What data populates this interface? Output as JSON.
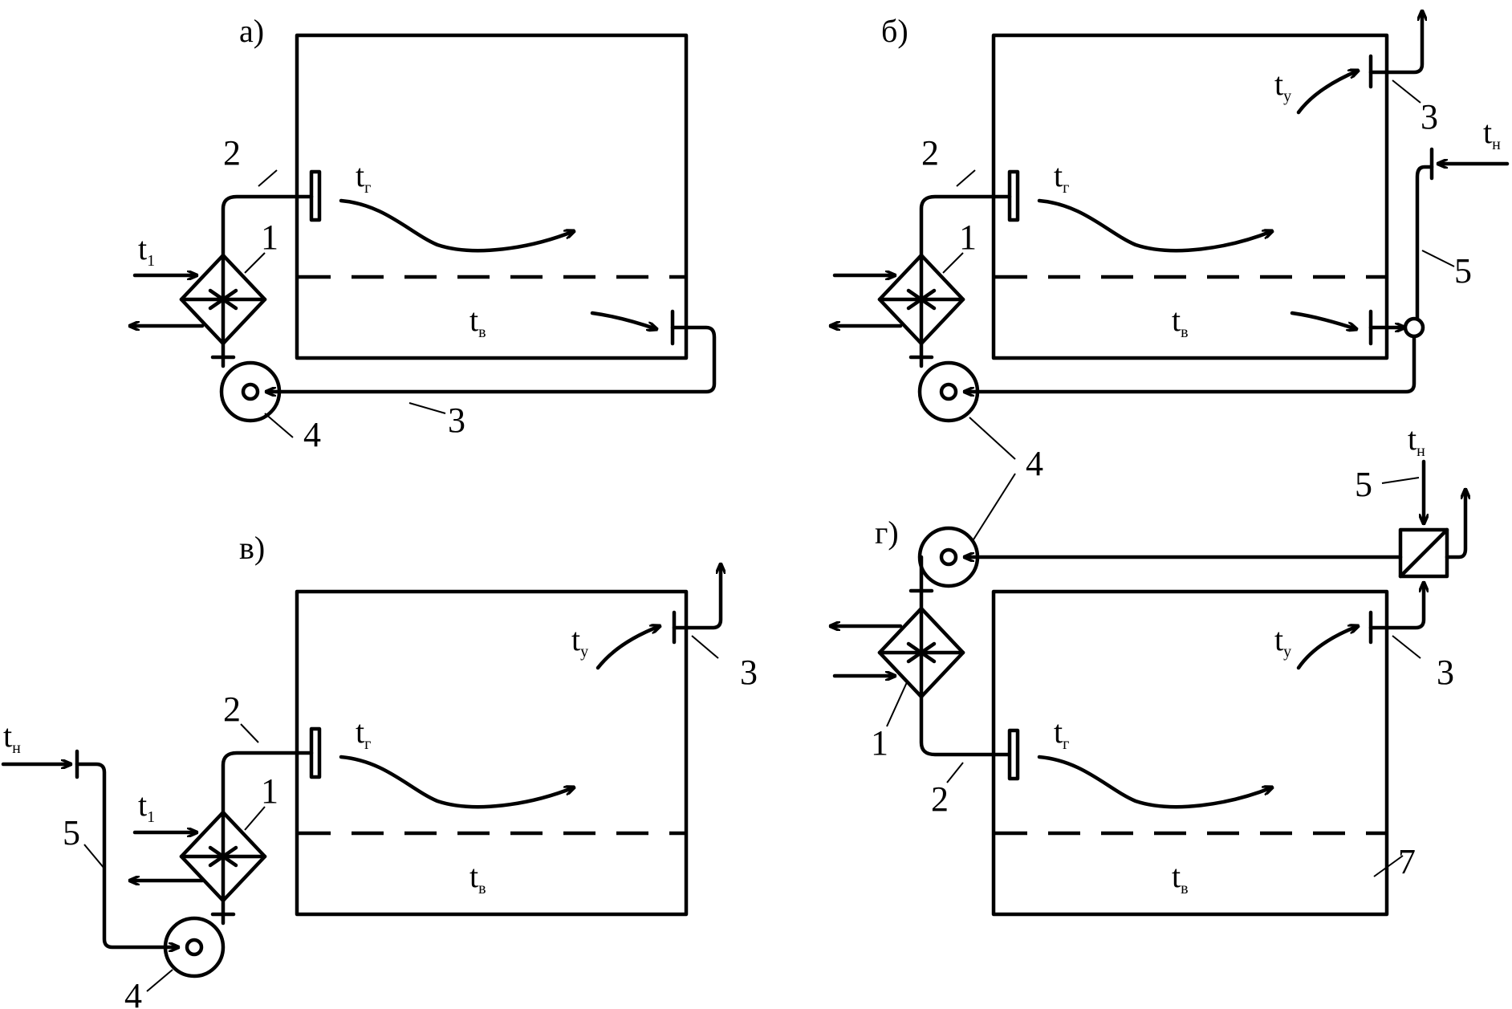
{
  "panels": {
    "a": {
      "label": "а)",
      "t_g": "t",
      "t_g_sub": "г",
      "t_v": "t",
      "t_v_sub": "в",
      "t_1": "t",
      "t_1_sub": "1",
      "n1": "1",
      "n2": "2",
      "n3": "3",
      "n4": "4"
    },
    "b": {
      "label": "б)",
      "t_u": "t",
      "t_u_sub": "у",
      "t_n": "t",
      "t_n_sub": "н",
      "t_g": "t",
      "t_g_sub": "г",
      "t_v": "t",
      "t_v_sub": "в",
      "n1": "1",
      "n2": "2",
      "n3": "3",
      "n5": "5"
    },
    "v": {
      "label": "в)",
      "t_u": "t",
      "t_u_sub": "у",
      "t_n": "t",
      "t_n_sub": "н",
      "t_g": "t",
      "t_g_sub": "г",
      "t_v": "t",
      "t_v_sub": "в",
      "t_1": "t",
      "t_1_sub": "1",
      "n1": "1",
      "n2": "2",
      "n3": "3",
      "n4": "4",
      "n5": "5"
    },
    "g": {
      "label": "г)",
      "t_n": "t",
      "t_n_sub": "н",
      "t_u": "t",
      "t_u_sub": "у",
      "t_g": "t",
      "t_g_sub": "г",
      "t_v": "t",
      "t_v_sub": "в",
      "n1": "1",
      "n2": "2",
      "n3": "3",
      "n5": "5",
      "n7": "7"
    },
    "shared": {
      "n4": "4"
    }
  }
}
